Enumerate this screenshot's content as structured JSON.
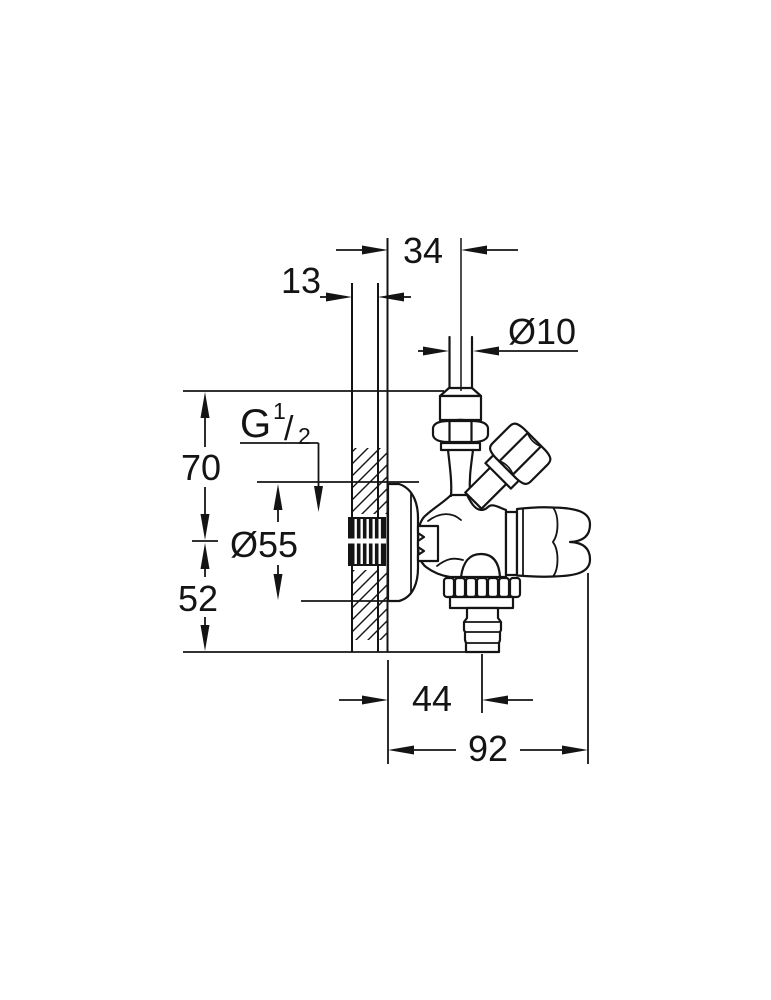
{
  "diagram": {
    "background": "#ffffff",
    "ink": "#141414",
    "labels": {
      "riser_offset": "34",
      "wall_thickness": "13",
      "pipe_diameter": "Ø10",
      "thread_size": {
        "prefix": "G",
        "numerator": "1",
        "slash": "/",
        "denominator": "2"
      },
      "upper_height": "70",
      "flange_diameter": "Ø55",
      "lower_height": "52",
      "hose_offset": "44",
      "total_depth": "92"
    }
  }
}
